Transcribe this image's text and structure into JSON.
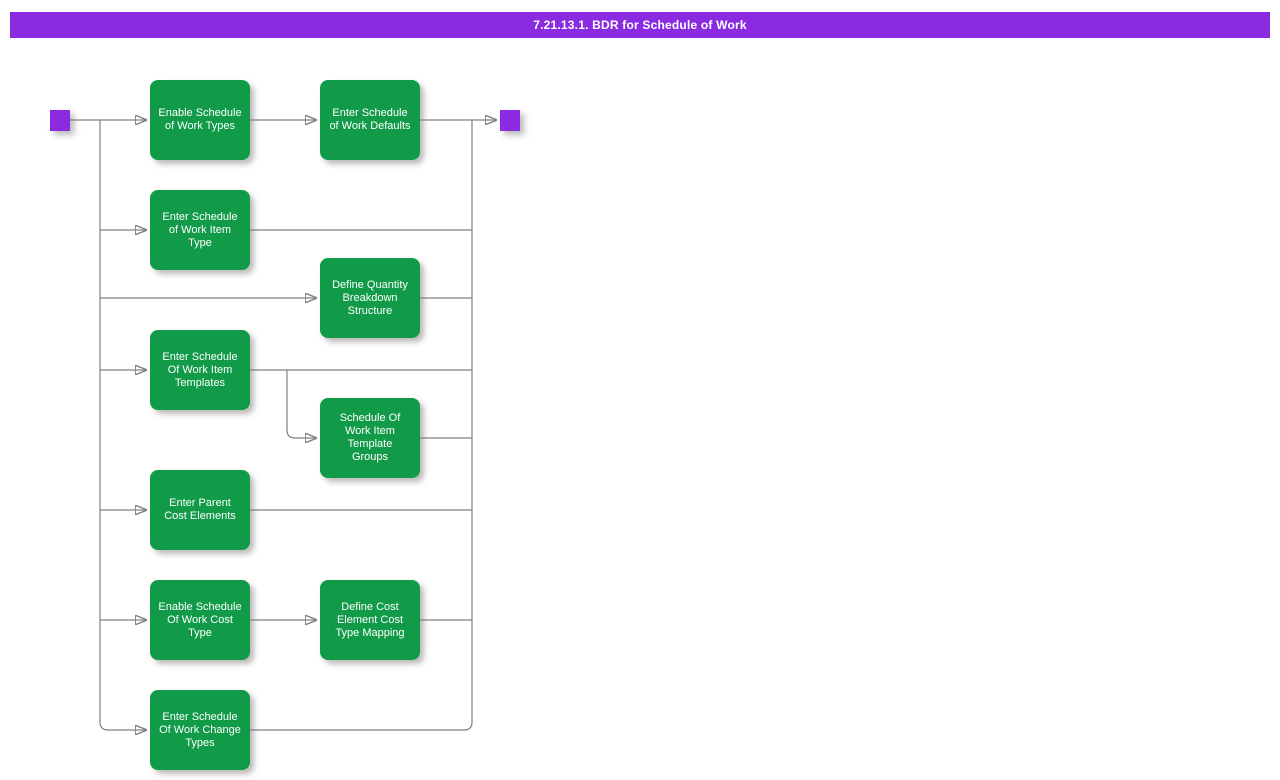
{
  "title_bar": {
    "text": "7.21.13.1. BDR for Schedule of Work"
  },
  "colors": {
    "accent_purple": "#8a2be2",
    "node_green": "#119a48",
    "connector_gray": "#808080",
    "text_white": "#ffffff"
  },
  "diagram": {
    "type": "activity-flowchart",
    "start_marker": "start",
    "end_marker": "end",
    "nodes": [
      {
        "id": "enable-schedule-of-work-types",
        "label": "Enable Schedule\nof Work Types"
      },
      {
        "id": "enter-schedule-of-work-defaults",
        "label": "Enter Schedule\nof Work Defaults"
      },
      {
        "id": "enter-schedule-of-work-item-type",
        "label": "Enter Schedule\nof Work Item\nType"
      },
      {
        "id": "define-quantity-breakdown-structure",
        "label": "Define Quantity\nBreakdown\nStructure"
      },
      {
        "id": "enter-schedule-of-work-item-templates",
        "label": "Enter Schedule\nOf Work Item\nTemplates"
      },
      {
        "id": "schedule-of-work-item-template-groups",
        "label": "Schedule Of\nWork Item\nTemplate\nGroups"
      },
      {
        "id": "enter-parent-cost-elements",
        "label": "Enter Parent\nCost Elements"
      },
      {
        "id": "enable-schedule-of-work-cost-type",
        "label": "Enable Schedule\nOf Work Cost\nType"
      },
      {
        "id": "define-cost-element-cost-type-mapping",
        "label": "Define Cost\nElement Cost\nType Mapping"
      },
      {
        "id": "enter-schedule-of-work-change-types",
        "label": "Enter Schedule\nOf Work Change\nTypes"
      }
    ],
    "edges": [
      "start -> enable-schedule-of-work-types",
      "enable-schedule-of-work-types -> enter-schedule-of-work-defaults",
      "enter-schedule-of-work-defaults -> end",
      "start -> enter-schedule-of-work-item-type -> end",
      "start -> define-quantity-breakdown-structure -> end",
      "start -> enter-schedule-of-work-item-templates -> end",
      "enter-schedule-of-work-item-templates -> schedule-of-work-item-template-groups -> end",
      "start -> enter-parent-cost-elements -> end",
      "start -> enable-schedule-of-work-cost-type",
      "enable-schedule-of-work-cost-type -> define-cost-element-cost-type-mapping -> end",
      "start -> enter-schedule-of-work-change-types -> end"
    ]
  }
}
